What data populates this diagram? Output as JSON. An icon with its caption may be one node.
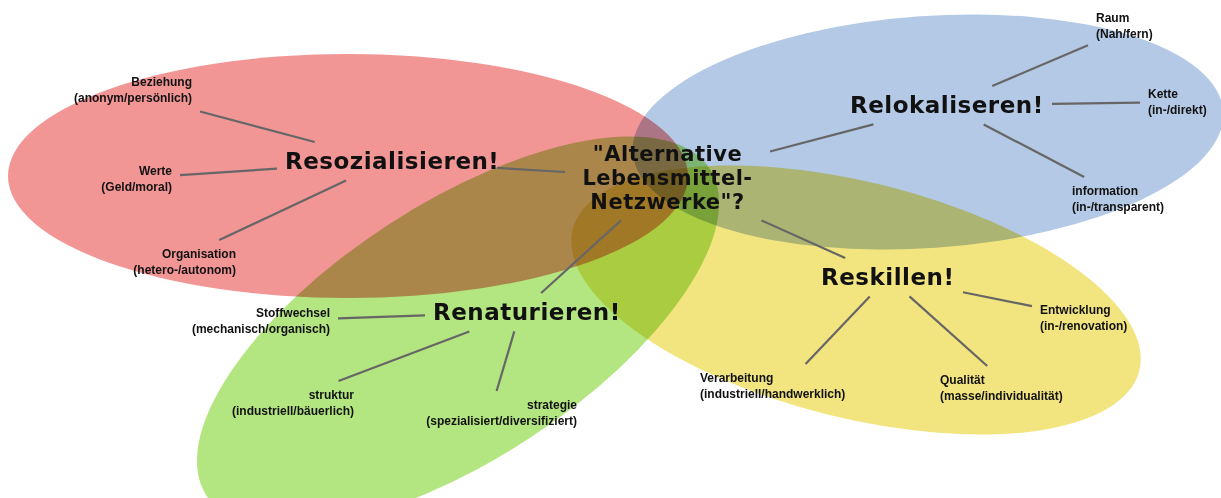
{
  "diagram": {
    "nodes": [
      {
        "text": [
          "\"Alternative Lebensmittel-Netzwerke\"?"
        ]
      },
      {
        "text": [
          "Resozialisieren!"
        ]
      },
      {
        "text": [
          "Beziehung",
          "(anonym/persönlich)"
        ]
      },
      {
        "text": [
          "Werte",
          "(Geld/moral)"
        ]
      },
      {
        "text": [
          "Organisation",
          "(hetero-/autonom)"
        ]
      },
      {
        "text": [
          "Relokaliseren!"
        ]
      },
      {
        "text": [
          "Raum",
          "(Nah/fern)"
        ]
      },
      {
        "text": [
          "Kette",
          "(in-/direkt)"
        ]
      },
      {
        "text": [
          "information",
          "(in-/transparent)"
        ]
      },
      {
        "text": [
          "Renaturieren!"
        ]
      },
      {
        "text": [
          "Stoffwechsel",
          "(mechanisch/organisch)"
        ]
      },
      {
        "text": [
          "struktur",
          "(industriell/bäuerlich)"
        ]
      },
      {
        "text": [
          "strategie",
          "(spezialisiert/diversifiziert)"
        ]
      },
      {
        "text": [
          "Reskillen!"
        ]
      },
      {
        "text": [
          "Entwicklung",
          "(in-/renovation)"
        ]
      },
      {
        "text": [
          "Verarbeitung",
          "(industriell/handwerklich)"
        ]
      },
      {
        "text": [
          "Qualität",
          "(masse/individualität)"
        ]
      }
    ],
    "edges": [
      {
        "from": 0,
        "to": 1,
        "arrow": "none"
      },
      {
        "from": 0,
        "to": 5,
        "arrow": "none"
      },
      {
        "from": 0,
        "to": 9,
        "arrow": "none"
      },
      {
        "from": 0,
        "to": 13,
        "arrow": "none"
      },
      {
        "from": 1,
        "to": 2,
        "arrow": "none"
      },
      {
        "from": 1,
        "to": 3,
        "arrow": "none"
      },
      {
        "from": 1,
        "to": 4,
        "arrow": "none"
      },
      {
        "from": 5,
        "to": 6,
        "arrow": "none"
      },
      {
        "from": 5,
        "to": 7,
        "arrow": "none"
      },
      {
        "from": 5,
        "to": 8,
        "arrow": "none"
      },
      {
        "from": 9,
        "to": 10,
        "arrow": "none"
      },
      {
        "from": 9,
        "to": 11,
        "arrow": "none"
      },
      {
        "from": 9,
        "to": 12,
        "arrow": "none"
      },
      {
        "from": 13,
        "to": 14,
        "arrow": "none"
      },
      {
        "from": 13,
        "to": 15,
        "arrow": "none"
      },
      {
        "from": 13,
        "to": 16,
        "arrow": "none"
      }
    ]
  }
}
